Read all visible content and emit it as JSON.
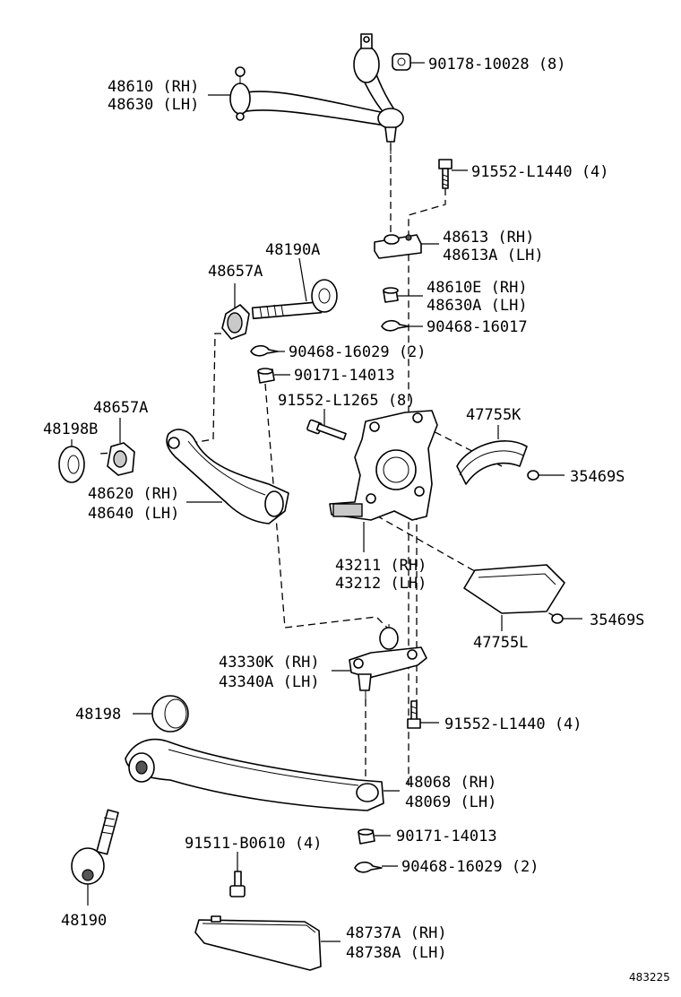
{
  "labels": {
    "upper_arm_rh": "48610 (RH)",
    "upper_arm_lh": "48630 (LH)",
    "nut_90178": "90178-10028 (8)",
    "bolt_91552_top": "91552-L1440 (4)",
    "bracket_rh": "48613 (RH)",
    "bracket_lh": "48613A (LH)",
    "bushing_rh": "48610E (RH)",
    "bushing_lh": "48630A (LH)",
    "pin_90468_16017": "90468-16017",
    "bolt_48190a": "48190A",
    "cam_48657a_top": "48657A",
    "pin_90468_16029_top": "90468-16029 (2)",
    "nut_90171_top": "90171-14013",
    "bolt_91552_l1265": "91552-L1265 (8)",
    "shield_47755k": "47755K",
    "screw_35469s_top": "35469S",
    "bushing_48198b": "48198B",
    "cam_48657a_mid": "48657A",
    "strut_rh": "48620 (RH)",
    "strut_lh": "48640 (LH)",
    "knuckle_rh": "43211 (RH)",
    "knuckle_lh": "43212 (LH)",
    "screw_35469s_bottom": "35469S",
    "shield_47755l": "47755L",
    "balljoint_rh": "43330K (RH)",
    "balljoint_lh": "43340A (LH)",
    "bushing_48198": "48198",
    "bolt_91552_bottom": "91552-L1440 (4)",
    "lower_arm_rh": "48068 (RH)",
    "lower_arm_lh": "48069 (LH)",
    "nut_90171_bottom": "90171-14013",
    "pin_90468_16029_bottom": "90468-16029 (2)",
    "bolt_91511": "91511-B0610 (4)",
    "bolt_48190": "48190",
    "cover_rh": "48737A (RH)",
    "cover_lh": "48738A (LH)",
    "diagram_id": "483225"
  }
}
